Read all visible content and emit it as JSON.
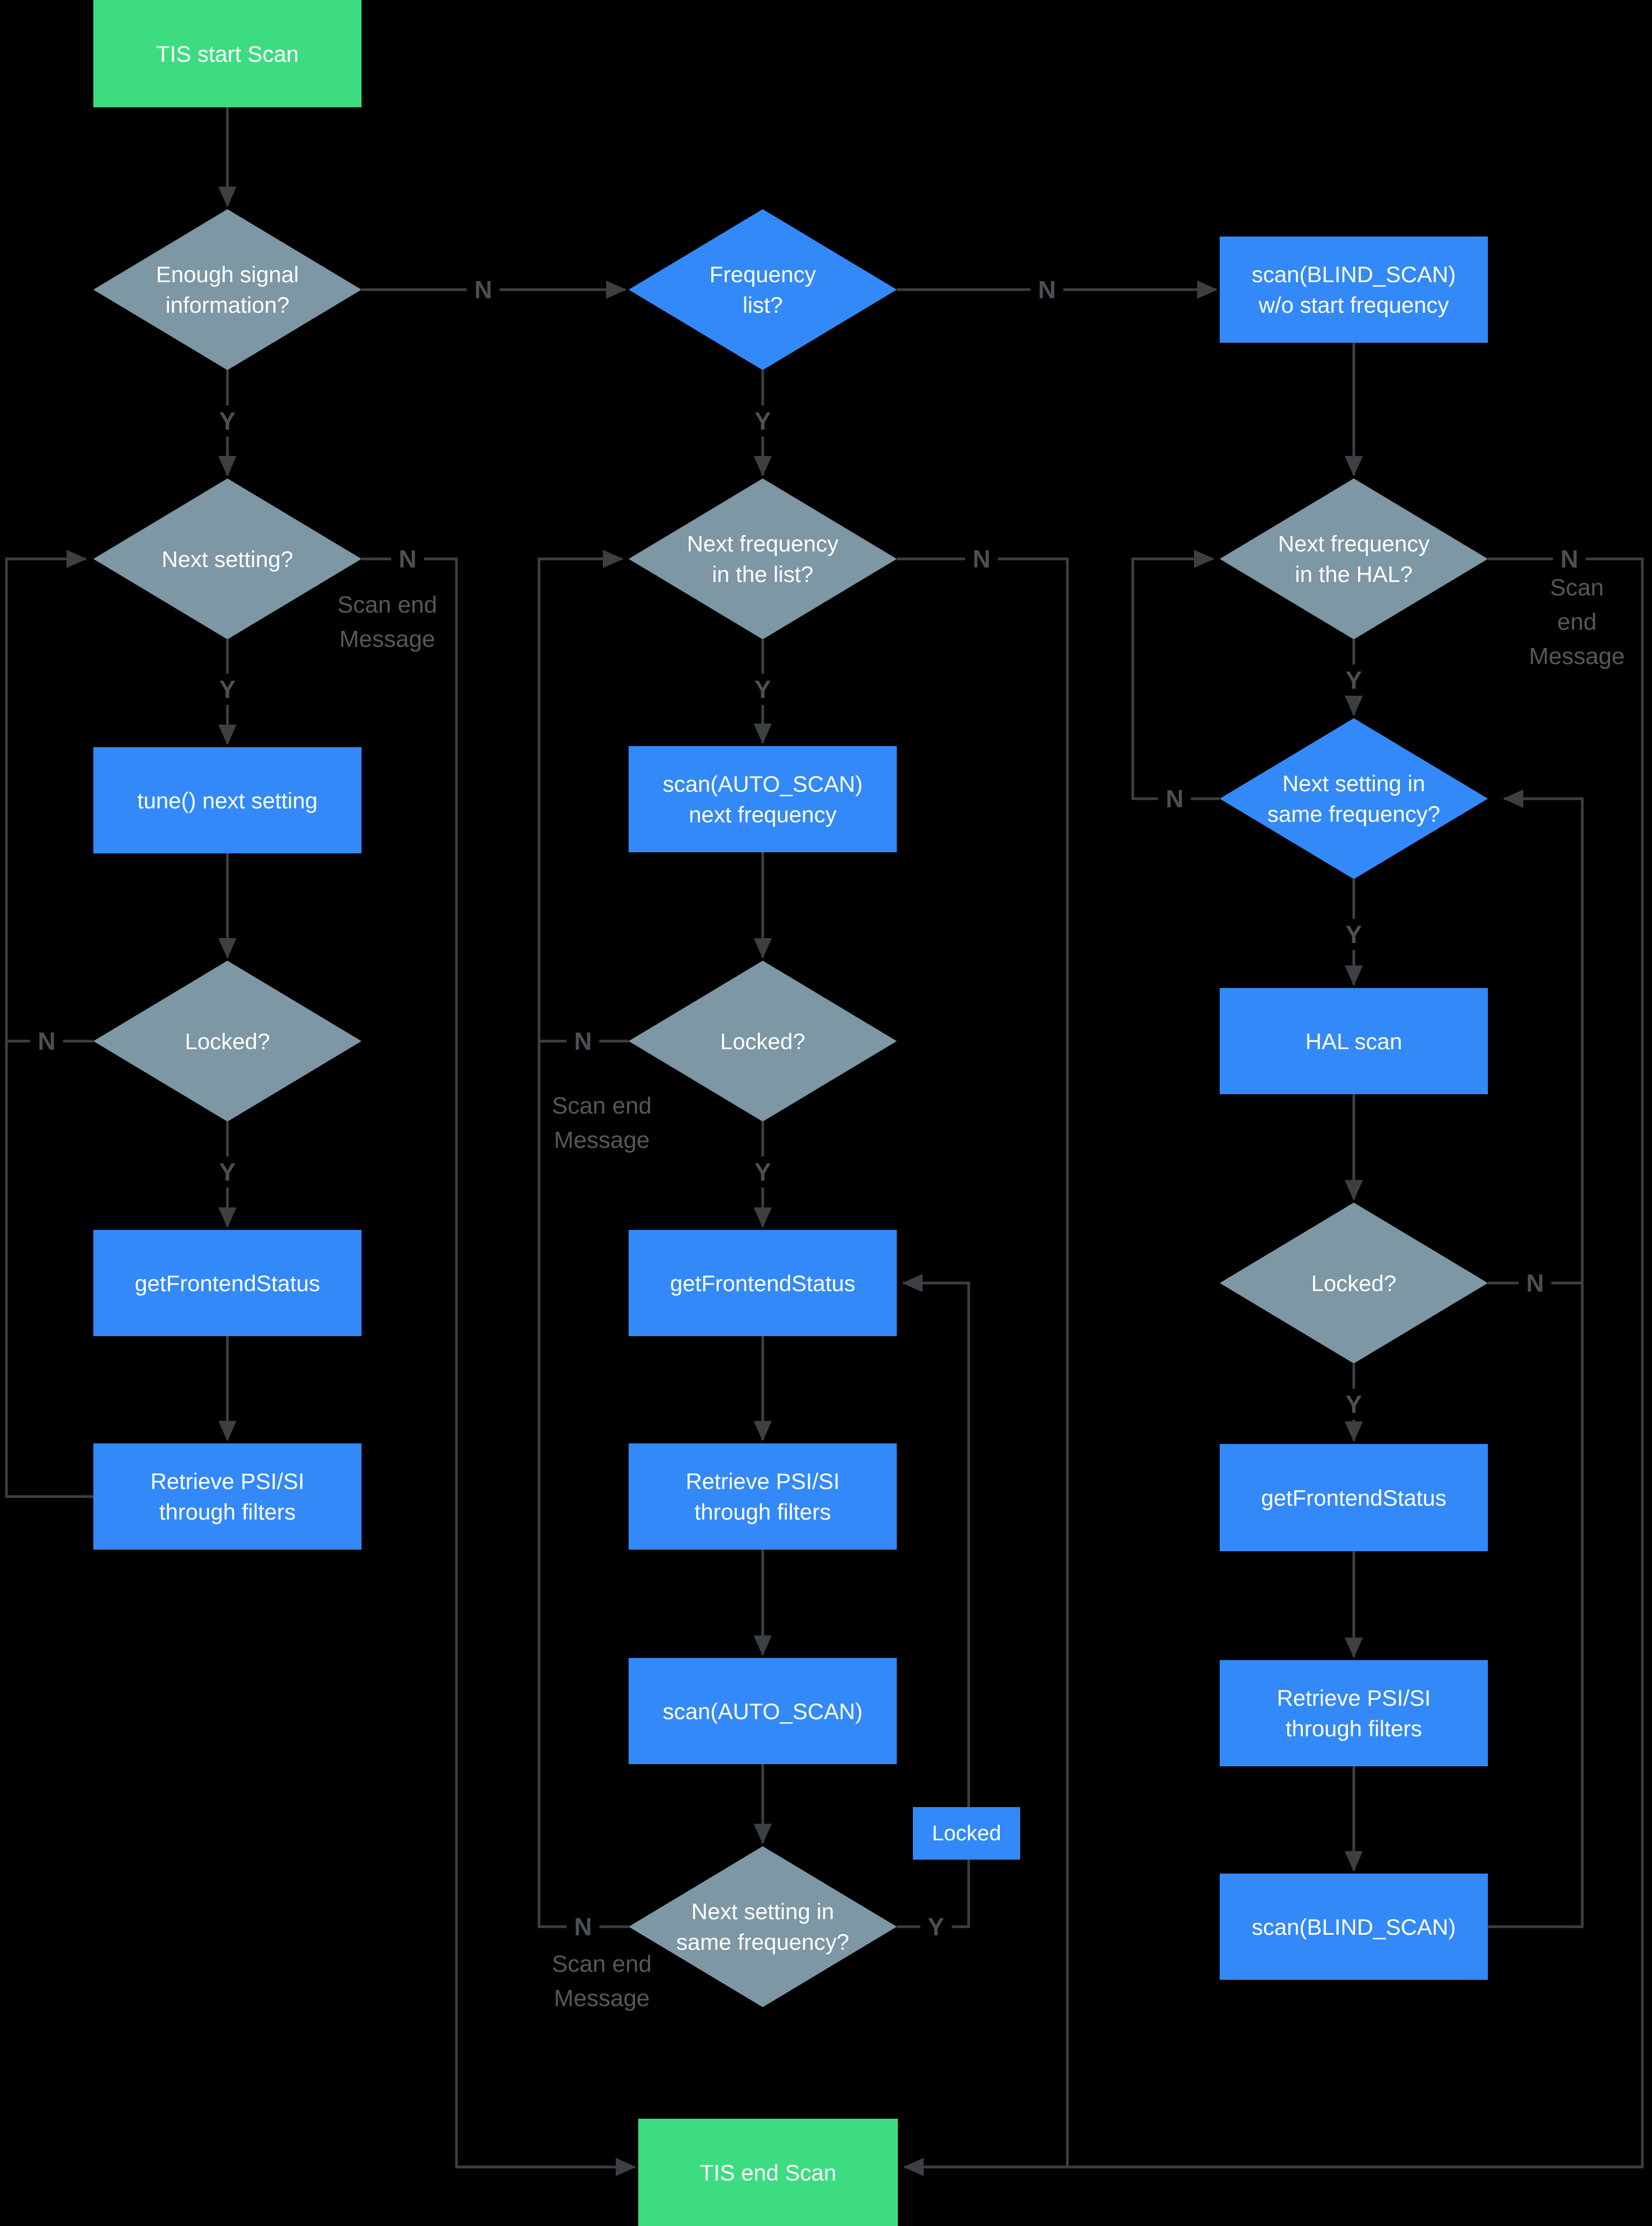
{
  "flowchart": {
    "nodes": {
      "start": "TIS start Scan",
      "enough_signal": "Enough signal\ninformation?",
      "frequency_list": "Frequency\nlist?",
      "blind_scan_wo_start": "scan(BLIND_SCAN)\nw/o start frequency",
      "next_setting": "Next setting?",
      "next_frequency_list": "Next frequency\nin the list?",
      "next_frequency_hal": "Next frequency\nin the HAL?",
      "tune_next_setting": "tune() next setting",
      "scan_auto_next_frequency": "scan(AUTO_SCAN)\nnext frequency",
      "next_setting_same_frequency": "Next setting in\nsame frequency?",
      "locked_q": "Locked?",
      "hal_scan": "HAL scan",
      "get_frontend_status": "getFrontendStatus",
      "retrieve_psi_si": "Retrieve PSI/SI\nthrough filters",
      "scan_auto": "scan(AUTO_SCAN)",
      "locked_tag": "Locked",
      "end": "TIS end Scan"
    },
    "edge_labels": {
      "yes": "Y",
      "no": "N",
      "scan_end_message": "Scan end\nMessage"
    },
    "colors": {
      "background": "#000000",
      "process_blue": "#3389f7",
      "decision_gray": "#7d97a4",
      "terminal_green": "#3edc81",
      "edge_gray": "#3c4043",
      "label_gray": "#54585c",
      "text_white": "#ffffff"
    }
  }
}
